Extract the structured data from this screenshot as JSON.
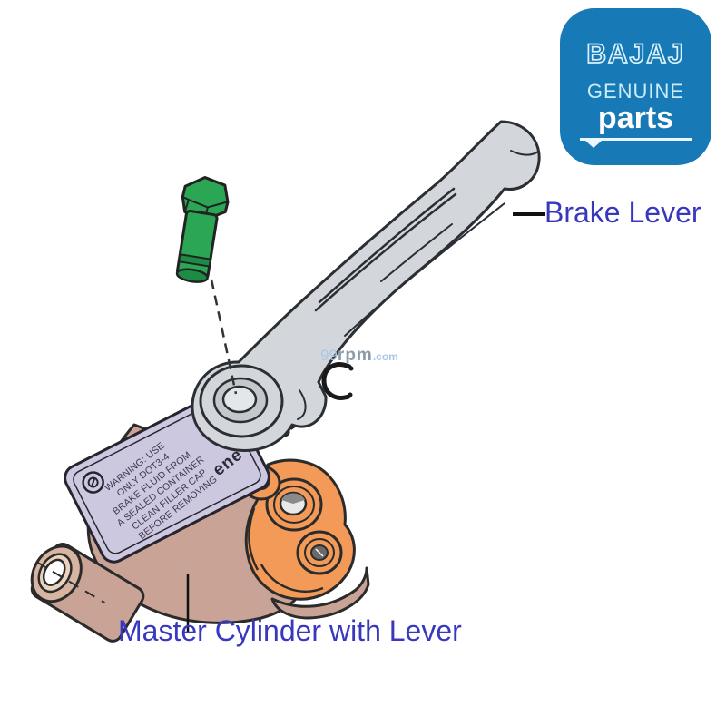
{
  "logo": {
    "brand": "BAJAJ",
    "line1": "GENUINE",
    "line2": "parts",
    "bg_color": "#1779b5",
    "text_color": "#d8f1fd"
  },
  "labels": {
    "brake_lever": "Brake Lever",
    "master_cylinder": "Master Cylinder with Lever",
    "label_color": "#3838bf"
  },
  "watermark": {
    "prefix": "99",
    "mid": "rpm",
    "suffix": ".com"
  },
  "cap_warning": {
    "lines": [
      "WARNING: USE",
      "ONLY DOT3-4",
      "BRAKE FLUID FROM",
      "A SEALED CONTAINER",
      "CLEAN FILLER CAP",
      "BEFORE REMOVING"
    ],
    "brand": "ene"
  },
  "colors": {
    "lever_gray": "#d3d7db",
    "bolt_green": "#2ba655",
    "bolt_green_dark": "#1c8c45",
    "body_tan": "#c9a396",
    "port_face": "#d8b5a1",
    "clamp_orange": "#f49a58",
    "pin_orange": "#f5954e",
    "cap_lavender": "#ccc8e0",
    "outline": "#2b2b2b"
  },
  "parts": {
    "bolt": "pivot-bolt",
    "lever": "brake-lever",
    "eclip": "e-clip",
    "pin": "pivot-pin",
    "cap": "reservoir-cap",
    "body": "cylinder-body",
    "clamp": "handlebar-clamp"
  }
}
